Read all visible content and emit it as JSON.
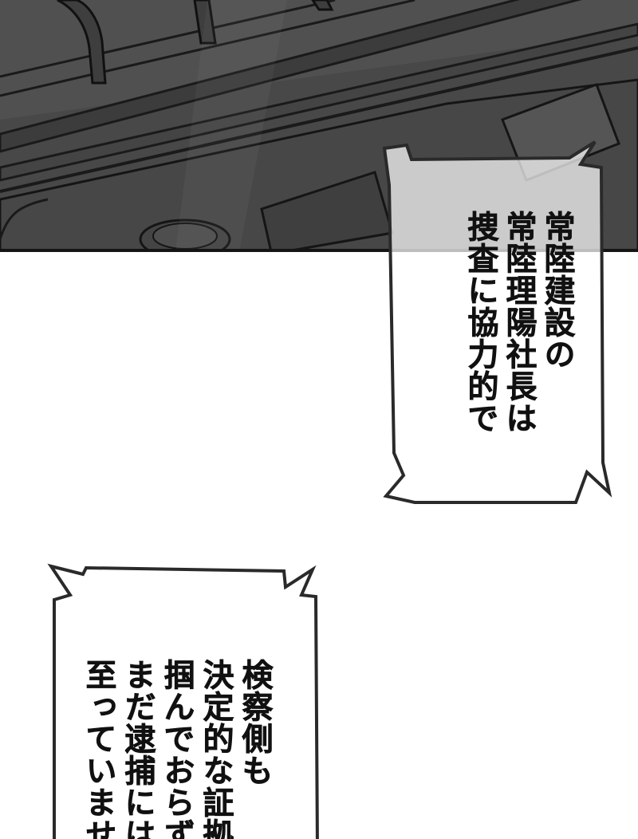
{
  "panels": {
    "top": {
      "description_colors": {
        "background": "#4a4a4a",
        "line": "#1e1e1e",
        "highlight": "#5a5a5a"
      }
    }
  },
  "bubbles": [
    {
      "lines": [
        "常陸建設の",
        "常陸理陽社長は",
        "捜査に協力的で"
      ]
    },
    {
      "lines": [
        "検察側も",
        "決定的な証拠を",
        "掴んでおらず",
        "まだ逮捕には",
        "至っていません"
      ]
    }
  ],
  "colors": {
    "page": "#ffffff",
    "bubble_fill": "#ffffff",
    "bubble_outline": "#2a2a2a",
    "text": "#111111"
  }
}
